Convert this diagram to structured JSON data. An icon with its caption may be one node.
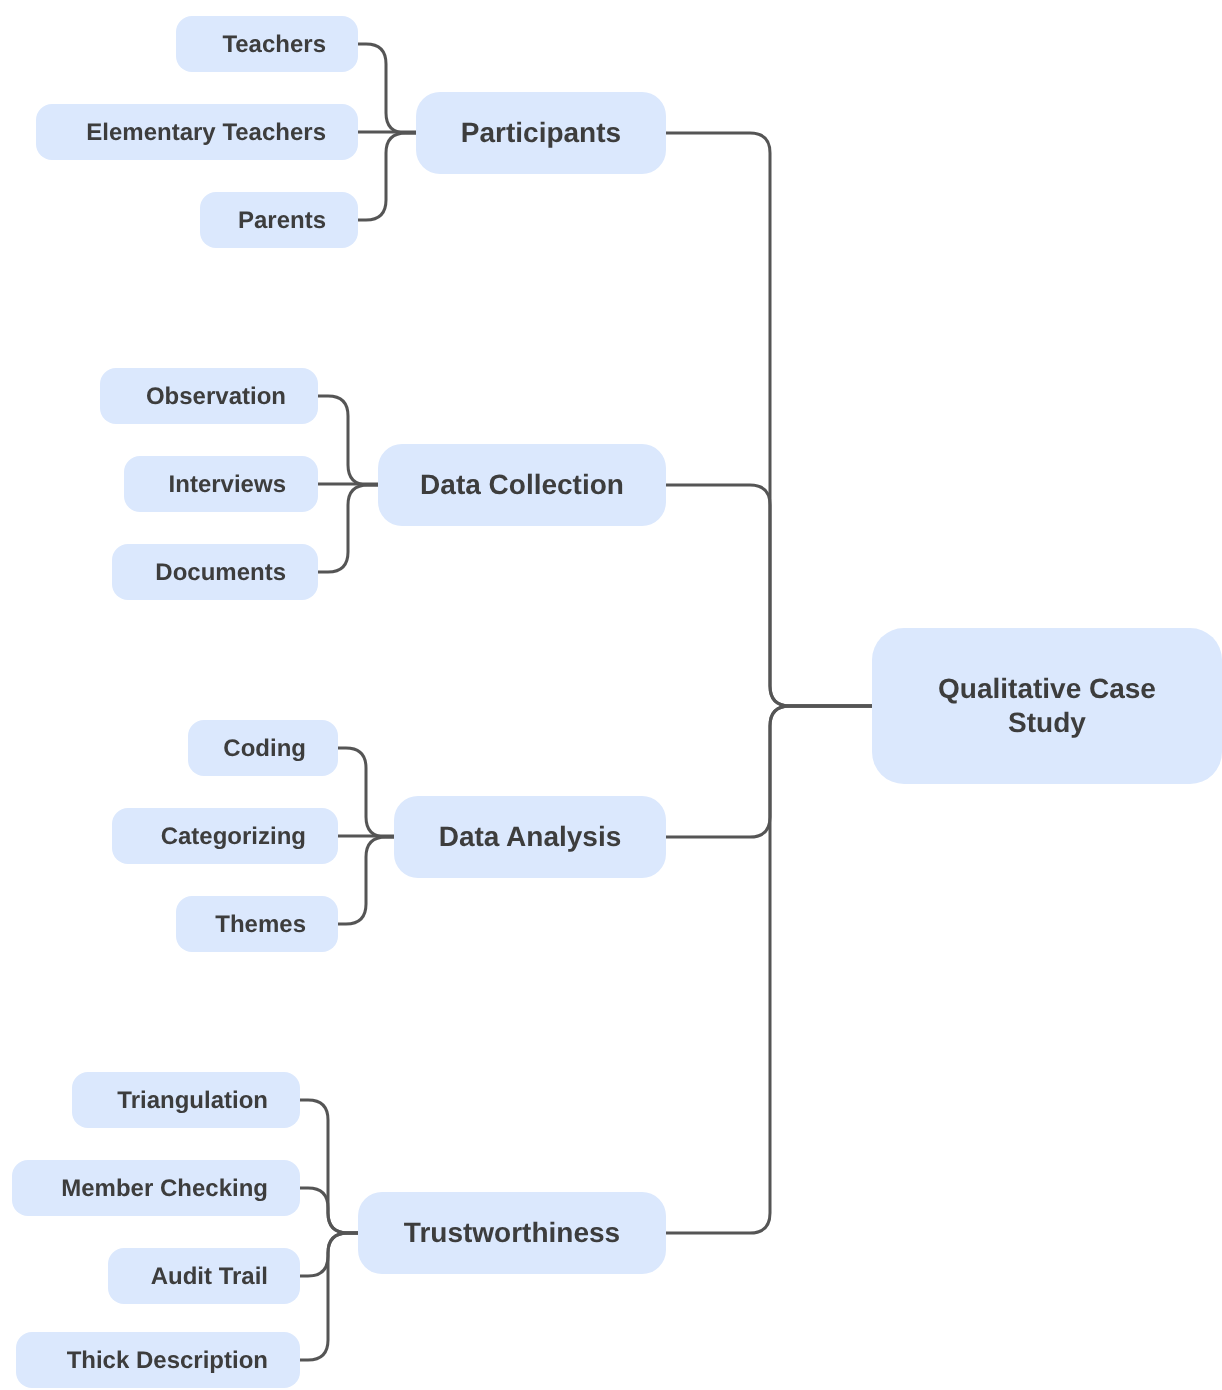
{
  "diagram": {
    "nodes": [
      {
        "text": [
          "Qualitative Case Study"
        ]
      },
      {
        "text": [
          "Participants"
        ]
      },
      {
        "text": [
          "Teachers"
        ]
      },
      {
        "text": [
          "Elementary Teachers"
        ]
      },
      {
        "text": [
          "Parents"
        ]
      },
      {
        "text": [
          "Data Collection"
        ]
      },
      {
        "text": [
          "Observation"
        ]
      },
      {
        "text": [
          "Interviews"
        ]
      },
      {
        "text": [
          "Documents"
        ]
      },
      {
        "text": [
          "Data Analysis"
        ]
      },
      {
        "text": [
          "Coding"
        ]
      },
      {
        "text": [
          "Categorizing"
        ]
      },
      {
        "text": [
          "Themes"
        ]
      },
      {
        "text": [
          "Trustworthiness"
        ]
      },
      {
        "text": [
          "Triangulation"
        ]
      },
      {
        "text": [
          "Member Checking"
        ]
      },
      {
        "text": [
          "Audit Trail"
        ]
      },
      {
        "text": [
          "Thick Description"
        ]
      }
    ],
    "edges": [
      {
        "from": 0,
        "to": 1,
        "arrow": "none"
      },
      {
        "from": 1,
        "to": 2,
        "arrow": "none"
      },
      {
        "from": 1,
        "to": 3,
        "arrow": "none"
      },
      {
        "from": 1,
        "to": 4,
        "arrow": "none"
      },
      {
        "from": 0,
        "to": 5,
        "arrow": "none"
      },
      {
        "from": 5,
        "to": 6,
        "arrow": "none"
      },
      {
        "from": 5,
        "to": 7,
        "arrow": "none"
      },
      {
        "from": 5,
        "to": 8,
        "arrow": "none"
      },
      {
        "from": 0,
        "to": 9,
        "arrow": "none"
      },
      {
        "from": 9,
        "to": 10,
        "arrow": "none"
      },
      {
        "from": 9,
        "to": 11,
        "arrow": "none"
      },
      {
        "from": 9,
        "to": 12,
        "arrow": "none"
      },
      {
        "from": 0,
        "to": 13,
        "arrow": "none"
      },
      {
        "from": 13,
        "to": 14,
        "arrow": "none"
      },
      {
        "from": 13,
        "to": 15,
        "arrow": "none"
      },
      {
        "from": 13,
        "to": 16,
        "arrow": "none"
      },
      {
        "from": 13,
        "to": 17,
        "arrow": "none"
      }
    ]
  }
}
